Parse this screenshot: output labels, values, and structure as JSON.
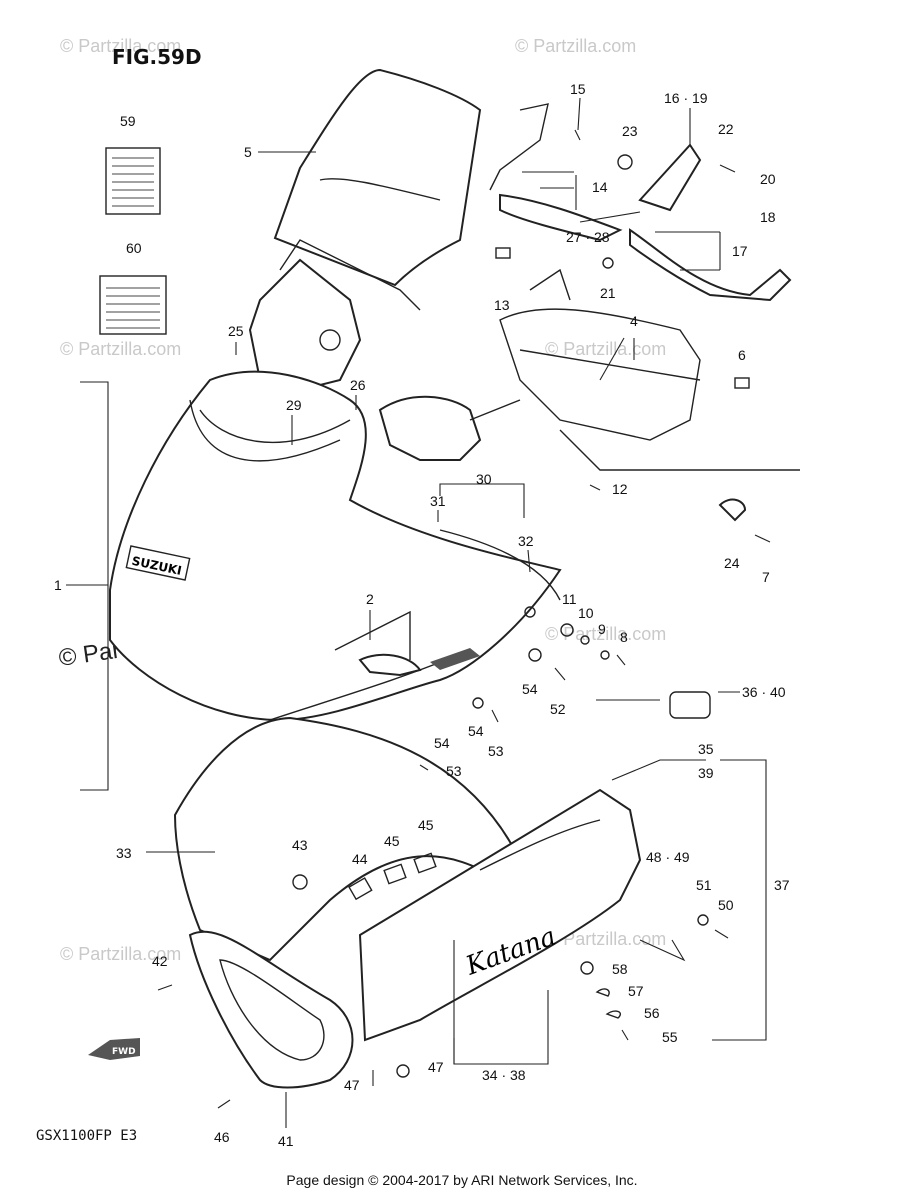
{
  "figure": {
    "title": "FIG.59D",
    "model": "GSX1100FP  E3",
    "fwd_label": "FWD",
    "brand_text": "SUZUKI",
    "script_text": "Katana"
  },
  "watermarks": {
    "small": "© Partzilla.com",
    "large": "© Partzilla.com"
  },
  "callouts": [
    {
      "id": "c1",
      "text": "1"
    },
    {
      "id": "c2",
      "text": "2"
    },
    {
      "id": "c4",
      "text": "4"
    },
    {
      "id": "c5",
      "text": "5"
    },
    {
      "id": "c6",
      "text": "6"
    },
    {
      "id": "c7",
      "text": "7"
    },
    {
      "id": "c8",
      "text": "8"
    },
    {
      "id": "c9",
      "text": "9"
    },
    {
      "id": "c10",
      "text": "10"
    },
    {
      "id": "c11",
      "text": "11"
    },
    {
      "id": "c12",
      "text": "12"
    },
    {
      "id": "c13",
      "text": "13"
    },
    {
      "id": "c14",
      "text": "14"
    },
    {
      "id": "c15",
      "text": "15"
    },
    {
      "id": "c16",
      "text": "16 · 19"
    },
    {
      "id": "c17",
      "text": "17"
    },
    {
      "id": "c18",
      "text": "18"
    },
    {
      "id": "c20",
      "text": "20"
    },
    {
      "id": "c21",
      "text": "21"
    },
    {
      "id": "c22",
      "text": "22"
    },
    {
      "id": "c23",
      "text": "23"
    },
    {
      "id": "c24",
      "text": "24"
    },
    {
      "id": "c25",
      "text": "25"
    },
    {
      "id": "c26",
      "text": "26"
    },
    {
      "id": "c27",
      "text": "27 · 28"
    },
    {
      "id": "c29",
      "text": "29"
    },
    {
      "id": "c30",
      "text": "30"
    },
    {
      "id": "c31",
      "text": "31"
    },
    {
      "id": "c32",
      "text": "32"
    },
    {
      "id": "c33",
      "text": "33"
    },
    {
      "id": "c34",
      "text": "34 · 38"
    },
    {
      "id": "c35",
      "text": "35"
    },
    {
      "id": "c36",
      "text": "36 · 40"
    },
    {
      "id": "c37",
      "text": "37"
    },
    {
      "id": "c39",
      "text": "39"
    },
    {
      "id": "c41",
      "text": "41"
    },
    {
      "id": "c42",
      "text": "42"
    },
    {
      "id": "c43",
      "text": "43"
    },
    {
      "id": "c44",
      "text": "44"
    },
    {
      "id": "c45a",
      "text": "45"
    },
    {
      "id": "c45b",
      "text": "45"
    },
    {
      "id": "c46",
      "text": "46"
    },
    {
      "id": "c47a",
      "text": "47"
    },
    {
      "id": "c47b",
      "text": "47"
    },
    {
      "id": "c48",
      "text": "48 · 49"
    },
    {
      "id": "c50",
      "text": "50"
    },
    {
      "id": "c51",
      "text": "51"
    },
    {
      "id": "c52",
      "text": "52"
    },
    {
      "id": "c53a",
      "text": "53"
    },
    {
      "id": "c53b",
      "text": "53"
    },
    {
      "id": "c54a",
      "text": "54"
    },
    {
      "id": "c54b",
      "text": "54"
    },
    {
      "id": "c54c",
      "text": "54"
    },
    {
      "id": "c55",
      "text": "55"
    },
    {
      "id": "c56",
      "text": "56"
    },
    {
      "id": "c57",
      "text": "57"
    },
    {
      "id": "c58",
      "text": "58"
    },
    {
      "id": "c59",
      "text": "59"
    },
    {
      "id": "c60",
      "text": "60"
    }
  ],
  "footer": {
    "text": "Page design © 2004-2017 by ARI Network Services, Inc."
  }
}
